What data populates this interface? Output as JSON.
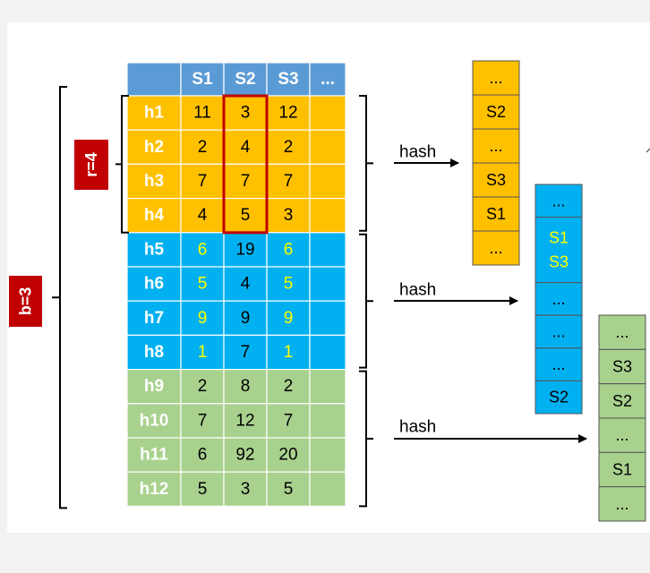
{
  "colors": {
    "header": "#5b9bd5",
    "band1": "#ffc000",
    "band2": "#00b0f0",
    "band3": "#a9d18e",
    "highlight_text": "#ffff00",
    "label_red": "#c00000",
    "box_green": "#92d050"
  },
  "table": {
    "columns": [
      "",
      "S1",
      "S2",
      "S3",
      "..."
    ],
    "rows": [
      {
        "label": "h1",
        "values": [
          "11",
          "3",
          "12",
          ""
        ]
      },
      {
        "label": "h2",
        "values": [
          "2",
          "4",
          "2",
          ""
        ]
      },
      {
        "label": "h3",
        "values": [
          "7",
          "7",
          "7",
          ""
        ]
      },
      {
        "label": "h4",
        "values": [
          "4",
          "5",
          "3",
          ""
        ]
      },
      {
        "label": "h5",
        "values": [
          "6",
          "19",
          "6",
          ""
        ]
      },
      {
        "label": "h6",
        "values": [
          "5",
          "4",
          "5",
          ""
        ]
      },
      {
        "label": "h7",
        "values": [
          "9",
          "9",
          "9",
          ""
        ]
      },
      {
        "label": "h8",
        "values": [
          "1",
          "7",
          "1",
          ""
        ]
      },
      {
        "label": "h9",
        "values": [
          "2",
          "8",
          "2",
          ""
        ]
      },
      {
        "label": "h10",
        "values": [
          "7",
          "12",
          "7",
          ""
        ]
      },
      {
        "label": "h11",
        "values": [
          "6",
          "92",
          "20",
          ""
        ]
      },
      {
        "label": "h12",
        "values": [
          "5",
          "3",
          "5",
          ""
        ]
      }
    ],
    "highlighted_columns": [
      "S1",
      "S3"
    ],
    "highlighted_rows": [
      "h5",
      "h6",
      "h7",
      "h8"
    ],
    "selected_column": "S2"
  },
  "labels": {
    "r": "r=4",
    "b": "b=3"
  },
  "hash_label": "hash",
  "buckets": [
    {
      "color": "#ffc000",
      "items": [
        [
          "..."
        ],
        [
          "S2"
        ],
        [
          "..."
        ],
        [
          "S3"
        ],
        [
          "S1"
        ],
        [
          "..."
        ]
      ]
    },
    {
      "color": "#00b0f0",
      "items": [
        [
          "..."
        ],
        [
          "S1",
          "S3"
        ],
        [
          "..."
        ],
        [
          "..."
        ],
        [
          "..."
        ],
        [
          "S2"
        ]
      ]
    },
    {
      "color": "#a9d18e",
      "items": [
        [
          "..."
        ],
        [
          "S3"
        ],
        [
          "S2"
        ],
        [
          "..."
        ],
        [
          "S1"
        ],
        [
          "..."
        ]
      ]
    }
  ]
}
